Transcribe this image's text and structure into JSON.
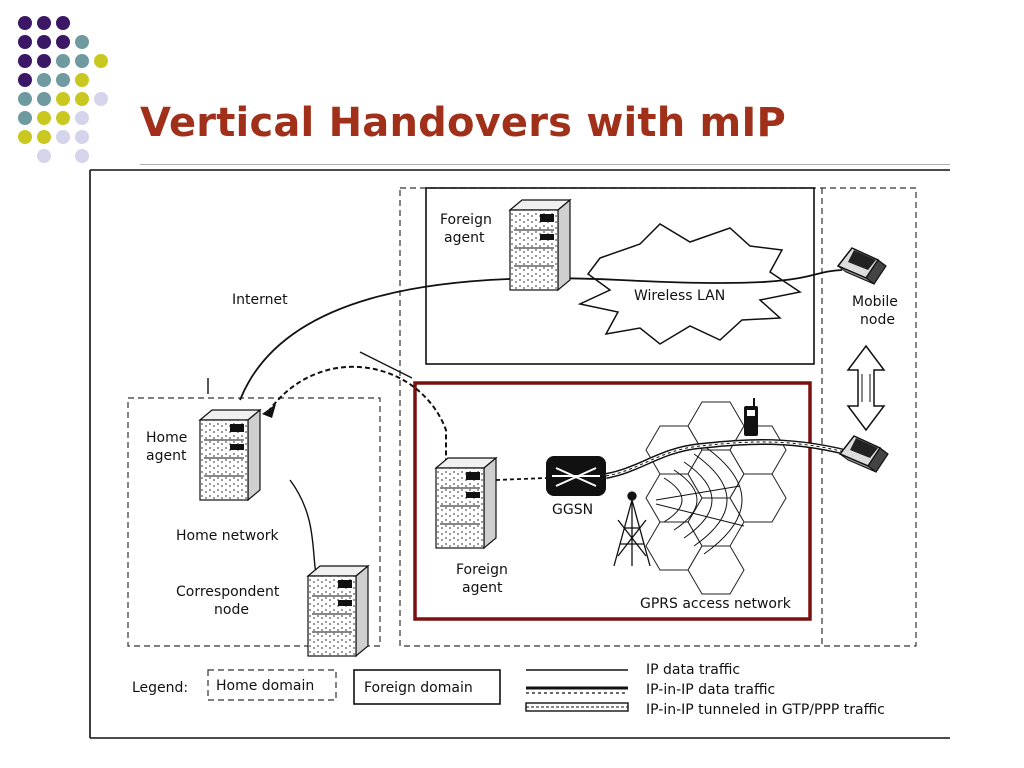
{
  "slide": {
    "title": "Vertical Handovers with mIP"
  },
  "diagram": {
    "labels": {
      "foreign_agent_top": [
        "Foreign",
        "agent"
      ],
      "wireless_lan": "Wireless LAN",
      "internet": "Internet",
      "mobile_node": [
        "Mobile",
        "node"
      ],
      "home_agent": [
        "Home",
        "agent"
      ],
      "home_network": "Home network",
      "correspondent_node": [
        "Correspondent",
        "node"
      ],
      "ggsn": "GGSN",
      "foreign_agent_bottom": [
        "Foreign",
        "agent"
      ],
      "gprs_access_network": "GPRS access network"
    },
    "legend": {
      "title": "Legend:",
      "home_domain": "Home domain",
      "foreign_domain": "Foreign domain",
      "ip_data_traffic": "IP data traffic",
      "ip_in_ip": "IP-in-IP data traffic",
      "ip_in_ip_gtp": "IP-in-IP tunneled in GTP/PPP traffic"
    },
    "colors": {
      "title": "#a0301a",
      "highlight_box": "#7a1010",
      "dot_purple": "#3b1766",
      "dot_teal": "#6f9aa0",
      "dot_yellow": "#c9c820",
      "dot_lavender": "#d4d4ec"
    }
  }
}
